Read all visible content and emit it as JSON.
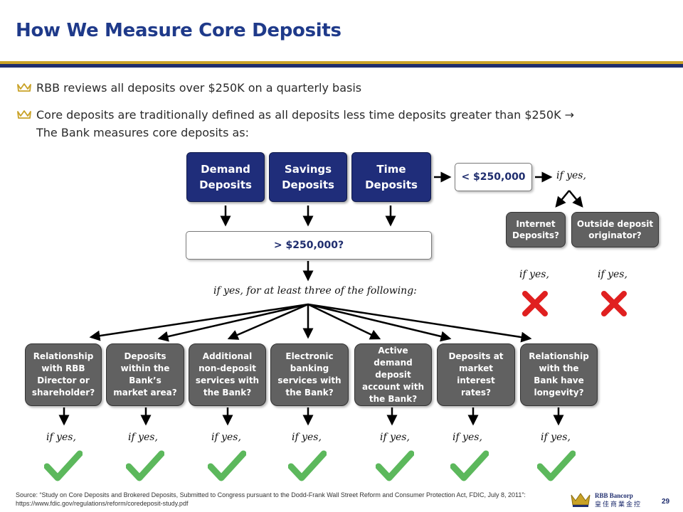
{
  "title": "How We Measure Core Deposits",
  "bullets": [
    "RBB reviews all deposits over $250K on a quarterly basis",
    "Core deposits are traditionally defined as all deposits less time deposits greater than $250K →",
    "The Bank measures core deposits as:"
  ],
  "top_boxes": [
    {
      "line1": "Demand",
      "line2": "Deposits"
    },
    {
      "line1": "Savings",
      "line2": "Deposits"
    },
    {
      "line1": "Time",
      "line2": "Deposits"
    }
  ],
  "under_box": "< $250,000",
  "under_if_yes": "if yes,",
  "over_box": "> $250,000?",
  "over_if_yes": "if yes, for at least three of the following:",
  "small_boxes": [
    {
      "line1": "Internet",
      "line2": "Deposits?"
    },
    {
      "line1": "Outside deposit",
      "line2": "originator?"
    }
  ],
  "small_if_yes": [
    "if yes,",
    "if yes,"
  ],
  "criteria": [
    [
      "Relationship",
      "with RBB",
      "Director or",
      "shareholder?"
    ],
    [
      "Deposits",
      "within the",
      "Bank’s",
      "market area?"
    ],
    [
      "Additional",
      "non-deposit",
      "services with",
      "the Bank?"
    ],
    [
      "Electronic",
      "banking",
      "services with",
      "the Bank?"
    ],
    [
      "Active",
      "demand",
      "deposit",
      "account with",
      "the Bank?"
    ],
    [
      "Deposits at",
      "market",
      "interest",
      "rates?"
    ],
    [
      "Relationship",
      "with the",
      "Bank have",
      "longevity?"
    ]
  ],
  "criteria_if_yes": [
    "if yes,",
    "if yes,",
    "if yes,",
    "if yes,",
    "if yes,",
    "if yes,",
    "if yes,"
  ],
  "colors": {
    "navy": "#1f2d7a",
    "gold": "#c9a227",
    "check": "#5cb85c",
    "cross": "#e02020",
    "gray_box": "#616161"
  },
  "icons": {
    "bullet": "crown-icon",
    "yes": "checkmark-icon",
    "no": "x-mark-icon"
  },
  "footer": {
    "source": "Source: “Study on Core Deposits and Brokered Deposits, Submitted to Congress pursuant to the Dodd-Frank Wall Street Reform and Consumer Protection Act, FDIC, July 8, 2011”:",
    "url": "https://www.fdic.gov/regulations/reform/coredeposit-study.pdf"
  },
  "logo": {
    "name": "RBB Bancorp",
    "chinese": "皇佳商業金控"
  },
  "page_number": "29"
}
